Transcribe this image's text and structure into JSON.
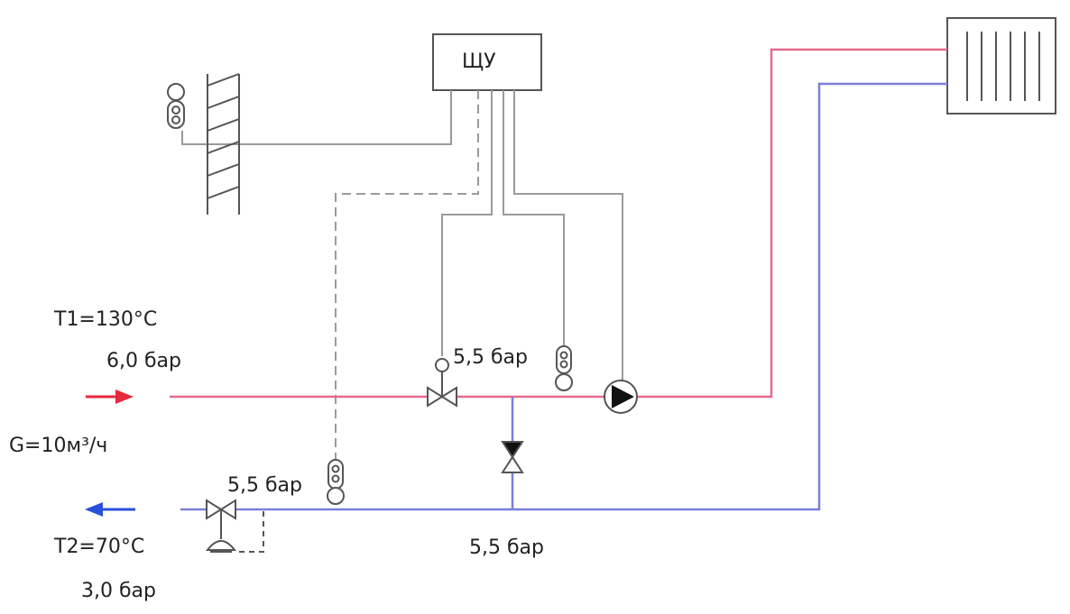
{
  "controller": {
    "label": "ЩУ"
  },
  "supply": {
    "temperature": "T1=130°C",
    "pressure": "6,0 бар"
  },
  "flow": {
    "rate": "G=10м³/ч"
  },
  "return": {
    "temperature": "T2=70°C",
    "pressure": "3,0 бар"
  },
  "points": {
    "supply_valve_pressure": "5,5 бар",
    "return_valve_pressure": "5,5 бар",
    "return_line_pressure": "5,5 бар"
  },
  "colors": {
    "supply_pipe": "#e36b8c",
    "return_pipe": "#7a7fd8",
    "supply_arrow": "#e8283c",
    "return_arrow": "#2a4fd8",
    "signal_line": "#9a9a9a",
    "outline": "#555555"
  }
}
